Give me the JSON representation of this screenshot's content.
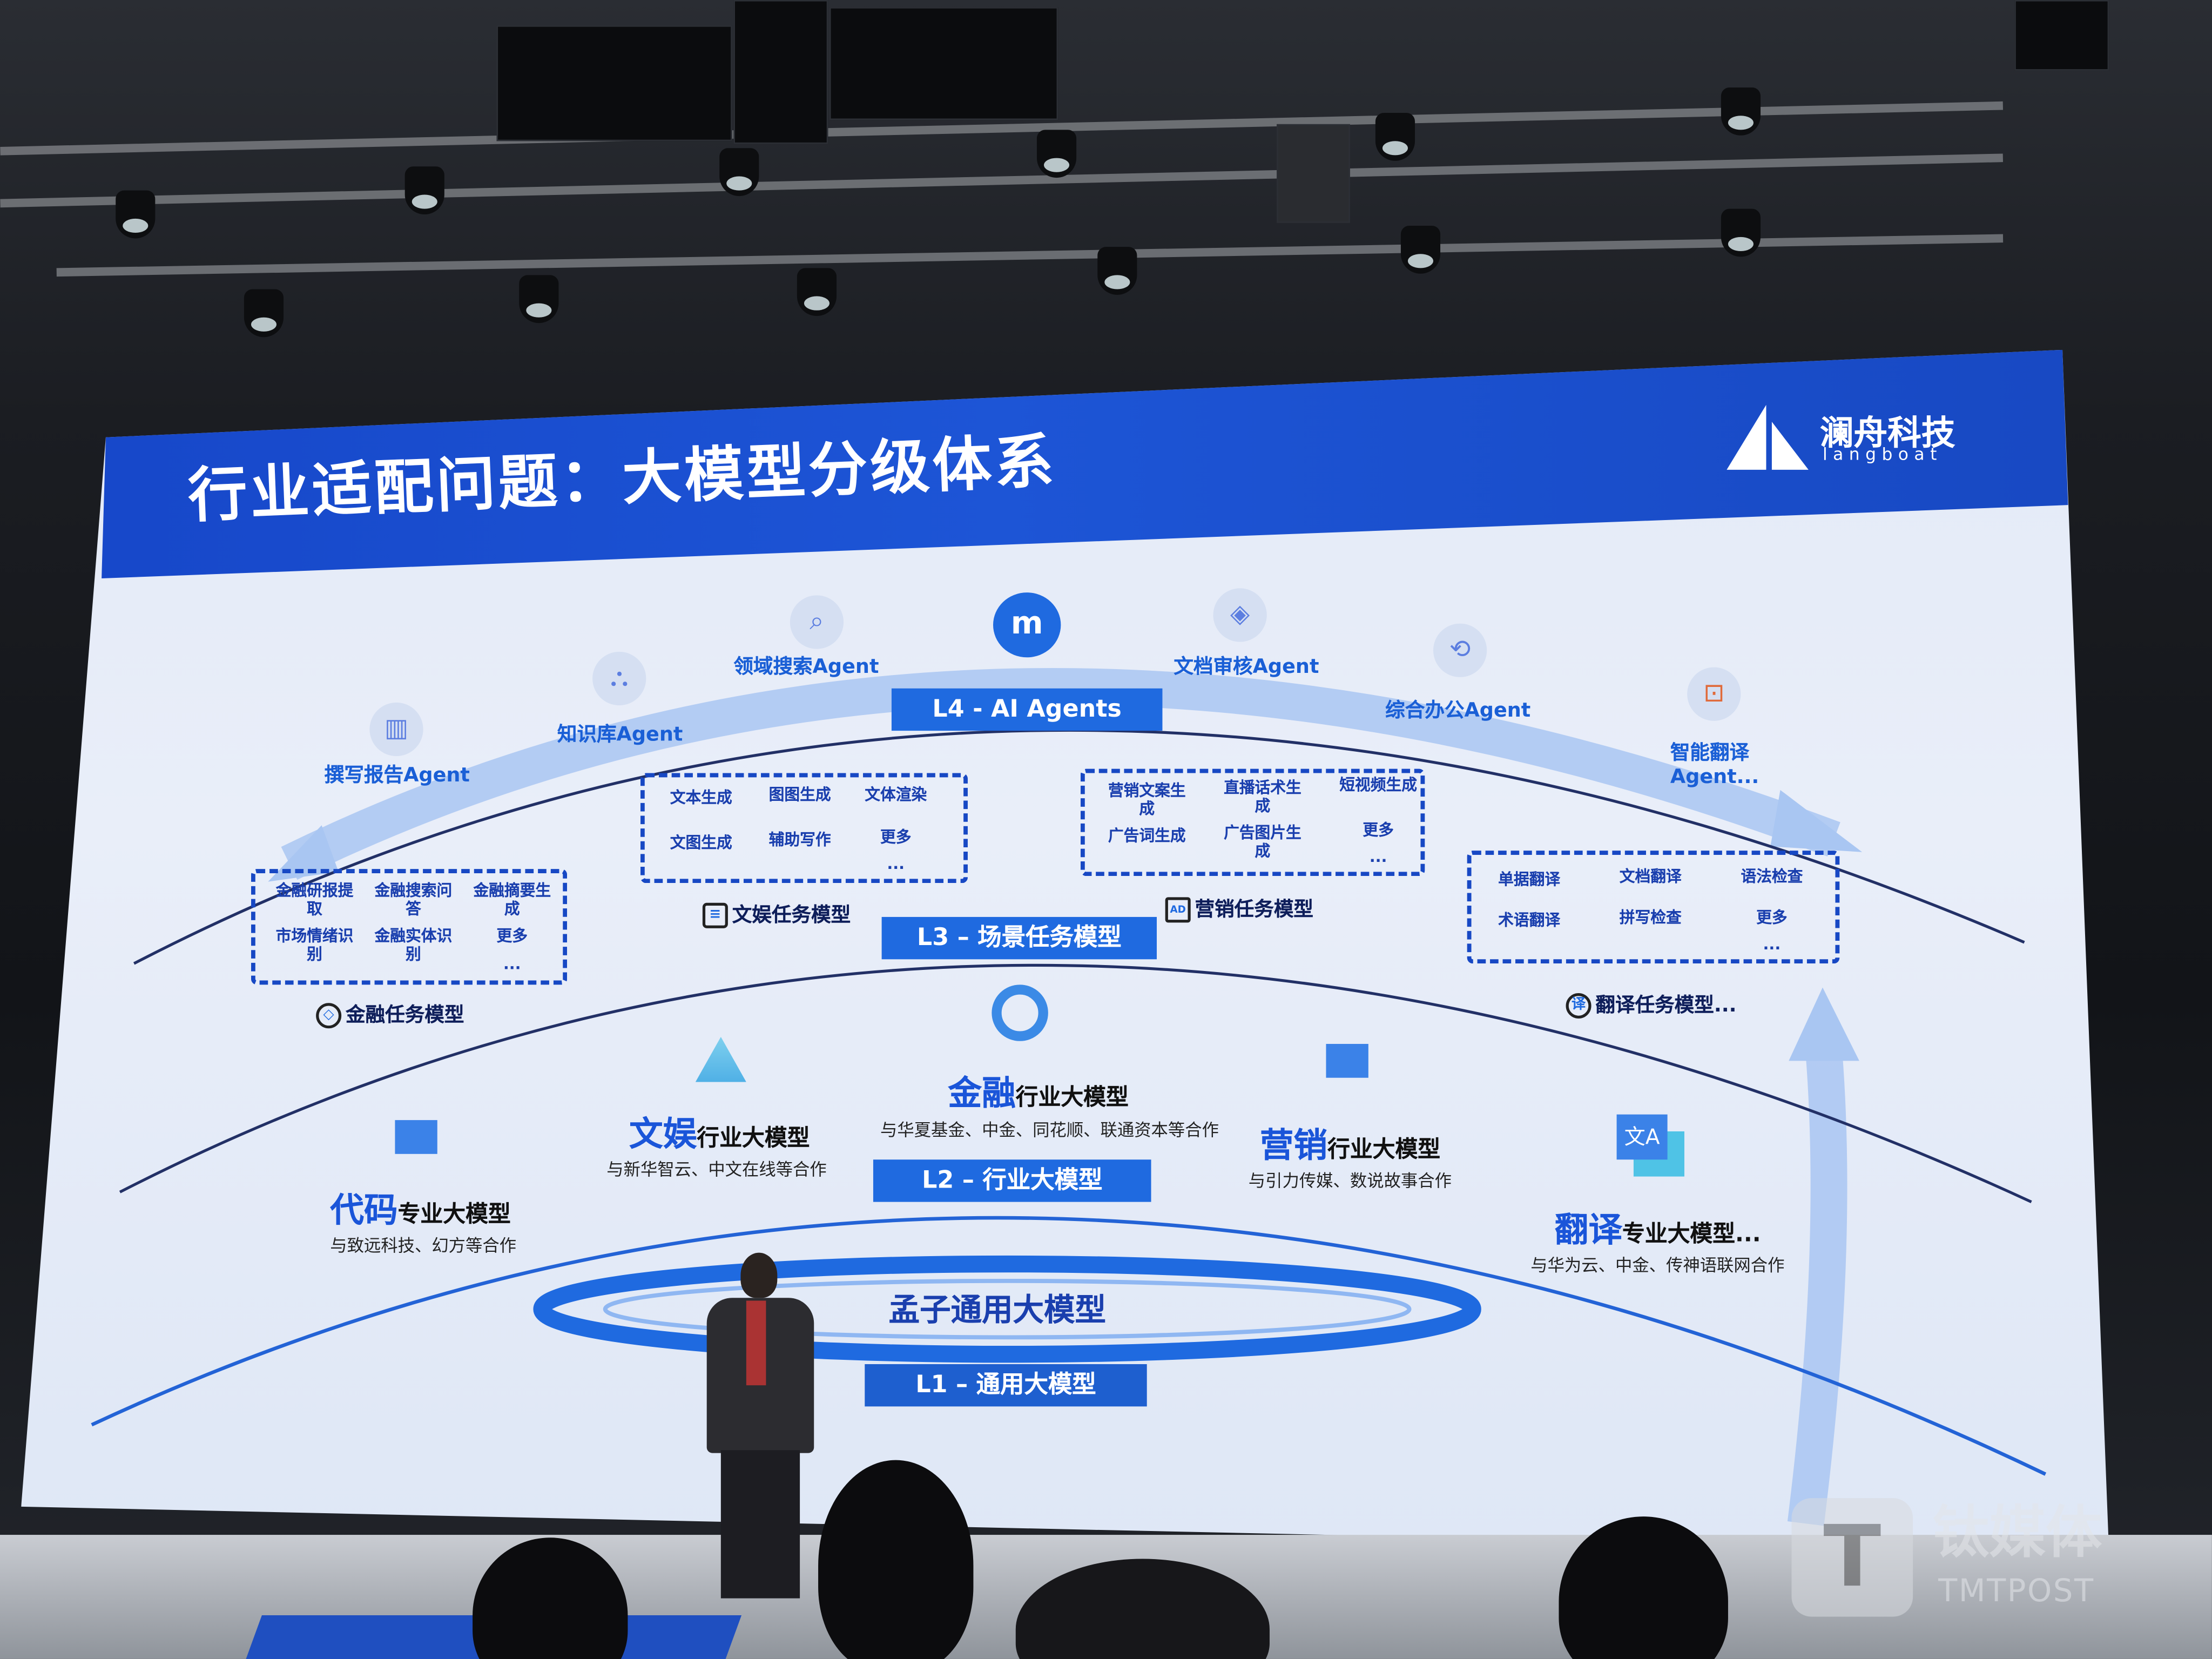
{
  "slide": {
    "title": "行业适配问题：大模型分级体系",
    "logo": {
      "name": "澜舟科技",
      "sub": "langboat"
    },
    "colors": {
      "header": "#1d55d6",
      "accent": "#1f6ae0",
      "text_dark": "#0e1e5a"
    },
    "levels": {
      "l4": "L4 - AI Agents",
      "l3": "L3 – 场景任务模型",
      "l2": "L2 – 行业大模型",
      "l1": "L1 – 通用大模型"
    },
    "agents": [
      {
        "label": "撰写报告Agent",
        "icon": "chart-doc-icon"
      },
      {
        "label": "知识库Agent",
        "icon": "network-icon"
      },
      {
        "label": "领域搜索Agent",
        "icon": "search-doc-icon"
      },
      {
        "label": "文档审核Agent",
        "icon": "layers-icon"
      },
      {
        "label": "综合办公Agent",
        "icon": "office-icon"
      },
      {
        "label": "智能翻译",
        "label2": "Agent...",
        "icon": "translate-frame-icon"
      }
    ],
    "task_models": {
      "finance": {
        "label": "金融任务模型",
        "icon": "diamond-icon",
        "items": [
          "金融研报提取",
          "金融搜索问答",
          "金融摘要生成",
          "市场情绪识别",
          "金融实体识别",
          "更多",
          "..."
        ]
      },
      "entertainment": {
        "label": "文娱任务模型",
        "icon": "list-icon",
        "items": [
          "文本生成",
          "图图生成",
          "文体渲染",
          "文图生成",
          "辅助写作",
          "更多",
          "..."
        ]
      },
      "marketing": {
        "label": "营销任务模型",
        "icon": "ad-icon",
        "items": [
          "营销文案生成",
          "直播话术生成",
          "短视频生成",
          "广告词生成",
          "广告图片生成",
          "更多",
          "..."
        ]
      },
      "translation": {
        "label": "翻译任务模型...",
        "icon_text": "译",
        "items": [
          "单据翻译",
          "文档翻译",
          "语法检查",
          "术语翻译",
          "拼写检查",
          "更多",
          "..."
        ]
      }
    },
    "industry_models": [
      {
        "hl": "代码",
        "rest": "专业大模型",
        "partners": "与致远科技、幻方等合作"
      },
      {
        "hl": "文娱",
        "rest": "行业大模型",
        "partners": "与新华智云、中文在线等合作"
      },
      {
        "hl": "金融",
        "rest": "行业大模型",
        "partners": "与华夏基金、中金、同花顺、联通资本等合作"
      },
      {
        "hl": "营销",
        "rest": "行业大模型",
        "partners": "与引力传媒、数说故事合作"
      },
      {
        "hl": "翻译",
        "rest": "专业大模型...",
        "partners": "与华为云、中金、传神语联网合作"
      }
    ],
    "base_model": "孟子通用大模型"
  },
  "watermark": {
    "cn": "钛媒体",
    "en": "TMTPOST"
  }
}
